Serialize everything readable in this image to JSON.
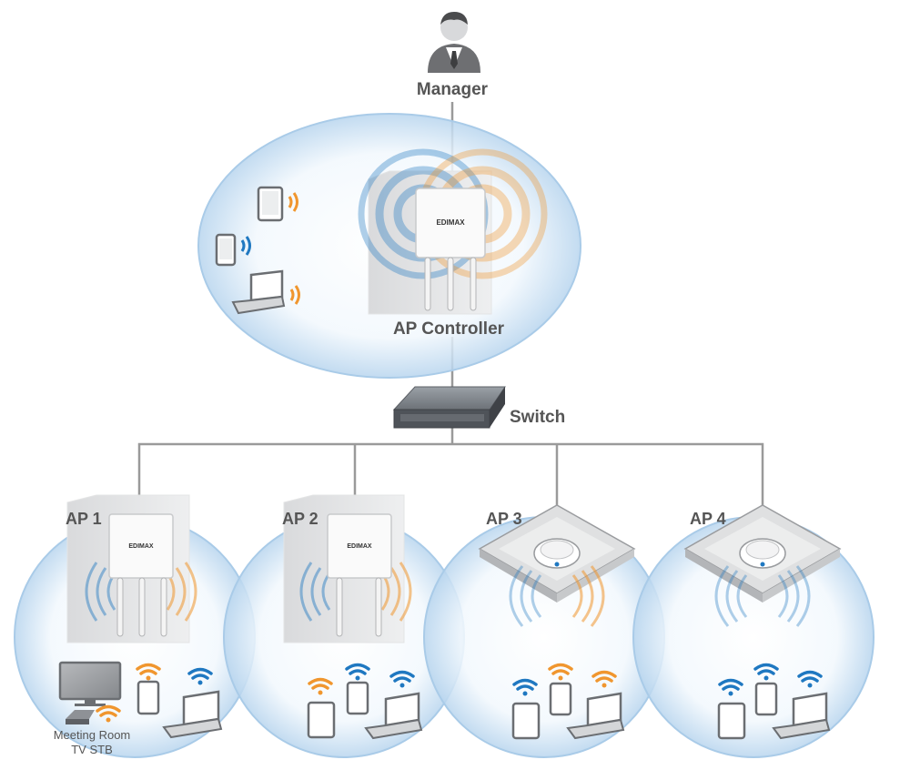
{
  "labels": {
    "manager": "Manager",
    "ap_controller": "AP Controller",
    "switch": "Switch",
    "ap1": "AP 1",
    "ap2": "AP 2",
    "ap3": "AP 3",
    "ap4": "AP 4",
    "meeting_room_line1": "Meeting Room",
    "meeting_room_line2": "TV STB"
  },
  "device_brand": {
    "ap_controller": "EDIMAX",
    "ap1": "EDIMAX",
    "ap2": "EDIMAX"
  },
  "colors": {
    "coverage_blue": "#a9cbe8",
    "signal_blue": "#1f78c1",
    "signal_orange": "#f0962e",
    "line_gray": "#9a9a9a",
    "label_gray": "#555555",
    "device_gray": "#8e9196"
  },
  "icons": [
    "manager-avatar-icon",
    "tablet-icon",
    "phone-icon",
    "laptop-icon",
    "tv-icon",
    "set-top-box-icon",
    "wifi-icon",
    "switch-icon",
    "access-point-icon",
    "ceiling-access-point-icon"
  ]
}
